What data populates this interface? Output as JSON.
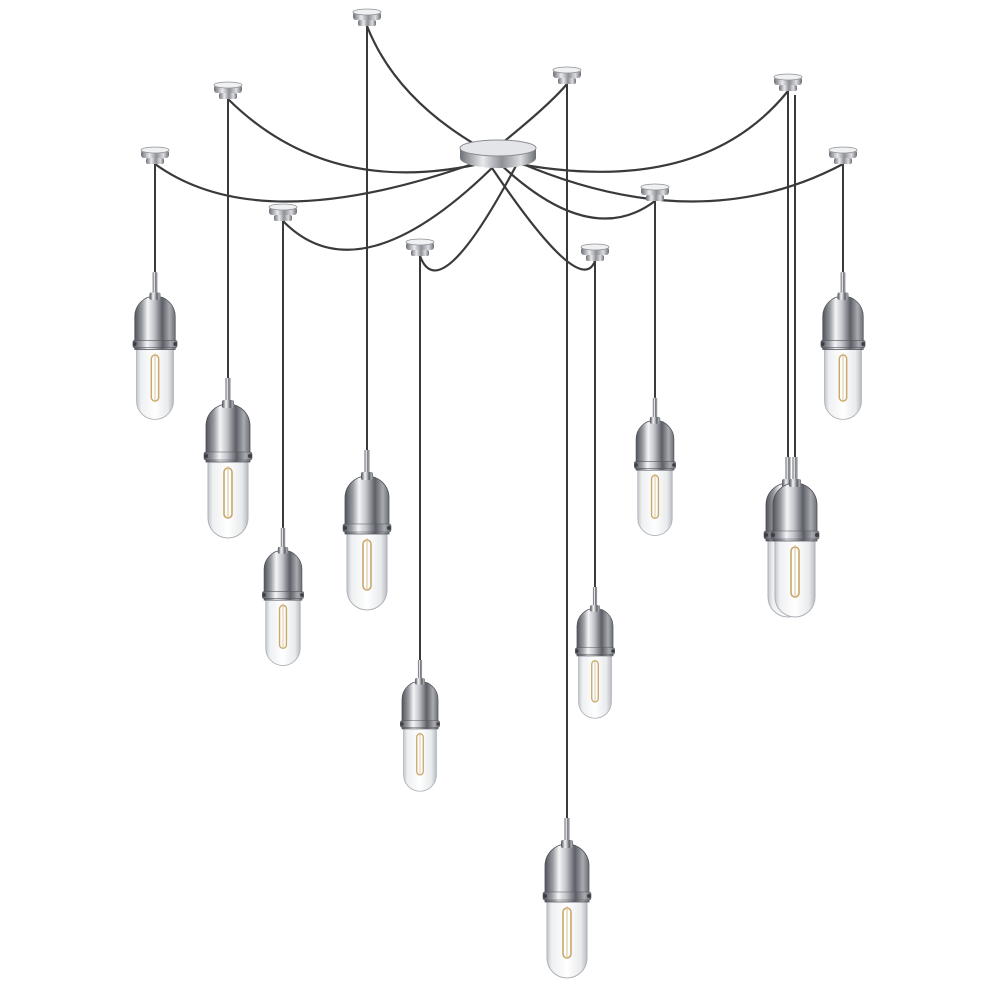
{
  "image": {
    "subject": "chandelier",
    "style": "product photo on white background",
    "background_color": "#ffffff"
  },
  "fixture": {
    "pendant_count": 11,
    "finish": "polished nickel",
    "cord_color": "#3a3a3a",
    "metal_dark": "#4a4c52",
    "metal_light": "#f4f5f7",
    "glass_color": "#eef0f2",
    "filament_color": "#c9a86a"
  }
}
